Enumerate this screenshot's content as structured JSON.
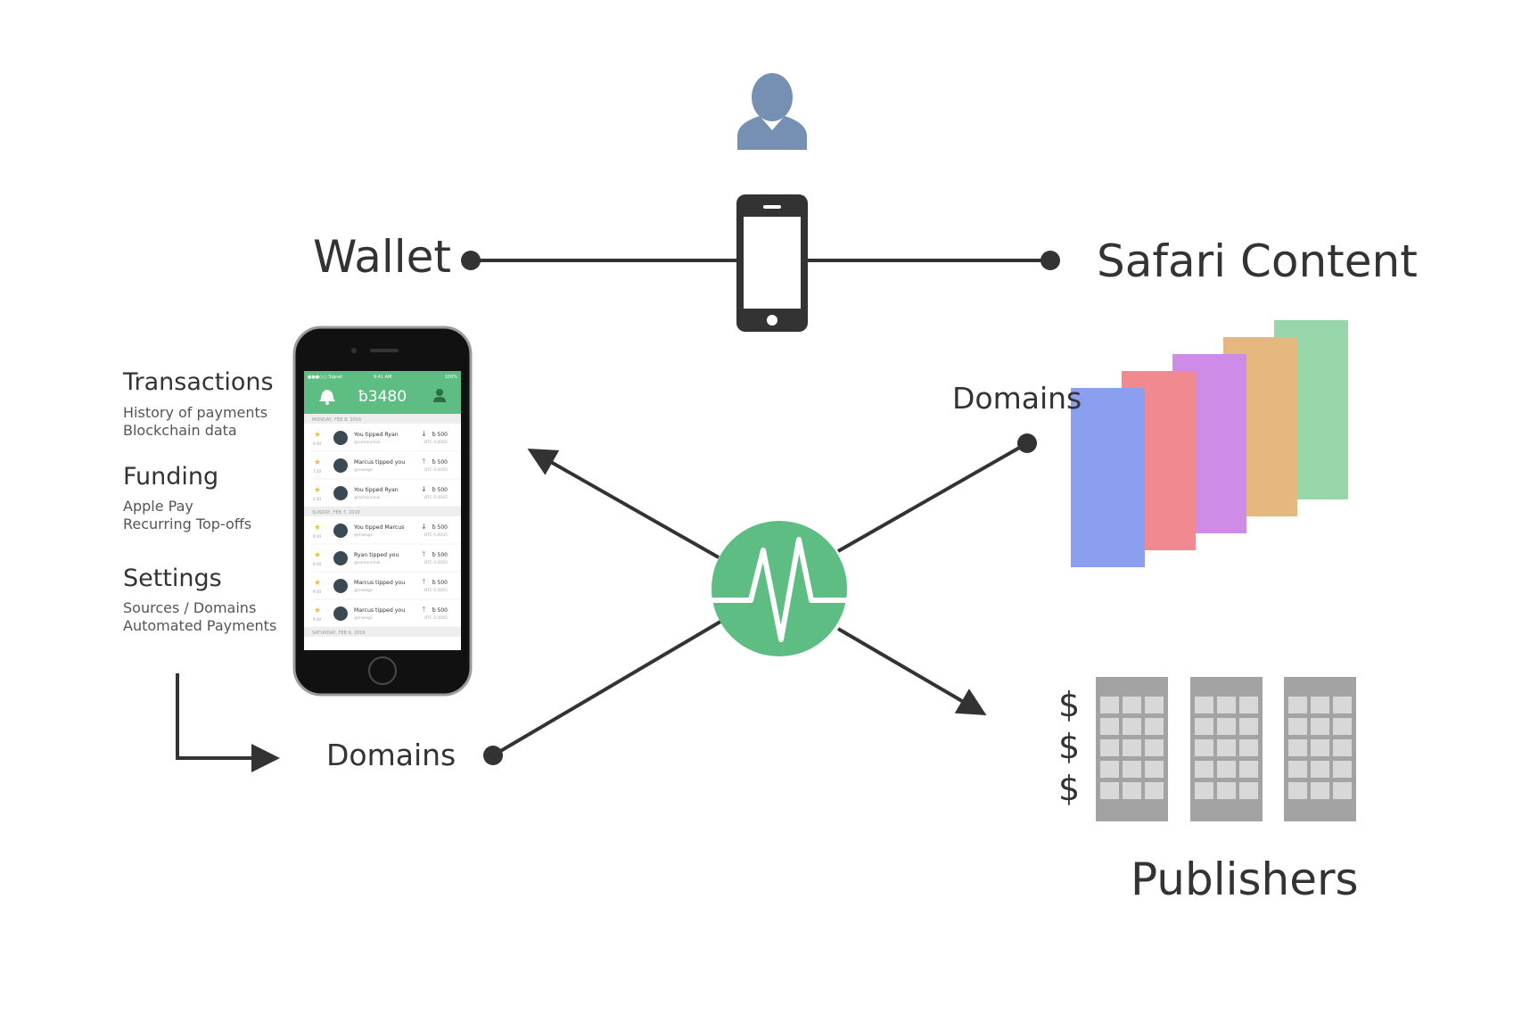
{
  "labels": {
    "wallet": "Wallet",
    "safari_content": "Safari Content",
    "domains_right": "Domains",
    "domains_left": "Domains",
    "publishers": "Publishers"
  },
  "wallet_features": [
    {
      "title": "Transactions",
      "lines": [
        "History of payments",
        "Blockchain data"
      ]
    },
    {
      "title": "Funding",
      "lines": [
        "Apple Pay",
        "Recurring Top-offs"
      ]
    },
    {
      "title": "Settings",
      "lines": [
        "Sources / Domains",
        "Automated Payments"
      ]
    }
  ],
  "dollar_signs": [
    "$",
    "$",
    "$"
  ],
  "content_page_colors": [
    "#96d6a8",
    "#e5b87f",
    "#cf8be8",
    "#f08a90",
    "#8a9ff0"
  ],
  "colors": {
    "accent": "#5dbd82",
    "user": "#7590b2",
    "line": "#333333",
    "building": "#a3a3a3",
    "window": "#d8d8d8"
  },
  "icons": {
    "user": "user-icon",
    "device": "smartphone-icon",
    "hub": "pulse-icon",
    "publishers": "building-icon"
  },
  "phone_app": {
    "status_left": "●●●○○ Signal",
    "status_center": "9:41 AM",
    "status_right": "100%",
    "balance": "ƀ3480",
    "sections": [
      {
        "date": "MONDAY, FEB 8, 2016",
        "rows": [
          {
            "time": "9:30",
            "text": "You tipped Ryan",
            "user": "@romanchuk",
            "dir": "down",
            "amount": "ƀ 500",
            "btc": "BTC 0.0005"
          },
          {
            "time": "7:20",
            "text": "Marcus tipped you",
            "user": "@mwege",
            "dir": "up",
            "amount": "ƀ 500",
            "btc": "BTC 0.0005"
          },
          {
            "time": "2:30",
            "text": "You tipped Ryan",
            "user": "@romanchuk",
            "dir": "down",
            "amount": "ƀ 500",
            "btc": "BTC 0.0005"
          }
        ]
      },
      {
        "date": "SUNDAY, FEB 7, 2016",
        "rows": [
          {
            "time": "9:30",
            "text": "You tipped Marcus",
            "user": "@mwege",
            "dir": "down",
            "amount": "ƀ 500",
            "btc": "BTC 0.0005"
          },
          {
            "time": "9:30",
            "text": "Ryan tipped you",
            "user": "@romanchuk",
            "dir": "up",
            "amount": "ƀ 500",
            "btc": "BTC 0.0005"
          },
          {
            "time": "9:30",
            "text": "Marcus tipped you",
            "user": "@mwege",
            "dir": "up",
            "amount": "ƀ 500",
            "btc": "BTC 0.0005"
          },
          {
            "time": "9:30",
            "text": "Marcus tipped you",
            "user": "@mwege",
            "dir": "up",
            "amount": "ƀ 500",
            "btc": "BTC 0.0005"
          }
        ]
      },
      {
        "date": "SATURDAY, FEB 6, 2016",
        "rows": []
      }
    ]
  }
}
